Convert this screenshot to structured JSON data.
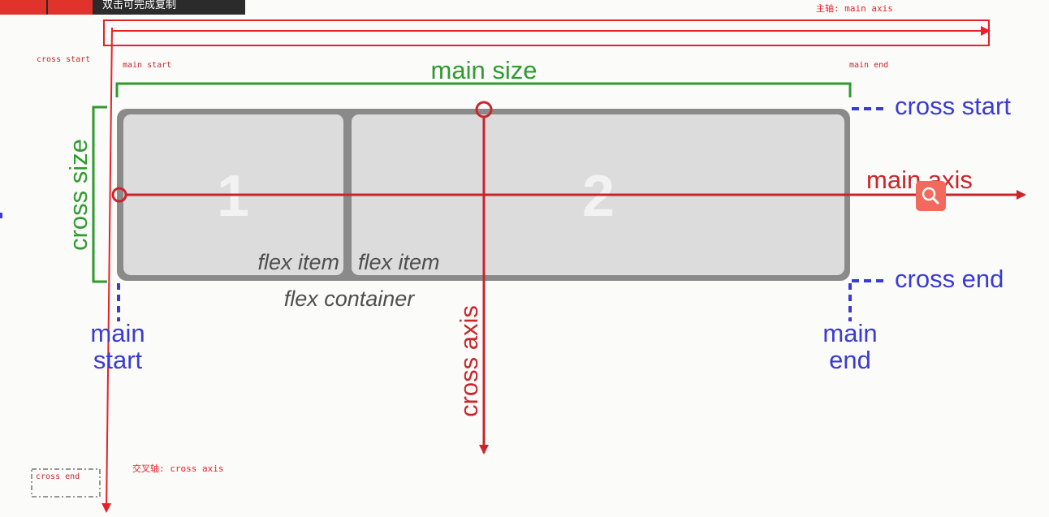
{
  "tooltip": {
    "text": "双击可完成复制"
  },
  "annotations": {
    "main_axis_cn": "主轴: main axis",
    "cross_axis_cn": "交叉轴: cross axis",
    "cross_start_small": "cross start",
    "main_start_small": "main start",
    "main_end_small": "main end",
    "cross_end_small": "cross end"
  },
  "diagram": {
    "main_size": "main size",
    "cross_size": "cross size",
    "cross_start": "cross start",
    "cross_end": "cross end",
    "main_axis": "main axis",
    "cross_axis": "cross axis",
    "main_start": [
      "main",
      "start"
    ],
    "main_end": [
      "main",
      "end"
    ],
    "item1_number": "1",
    "item2_number": "2",
    "item1_label": "flex item",
    "item2_label": "flex item",
    "container_label": "flex container"
  },
  "colors": {
    "red": "#c9252b",
    "bright_red": "#e8202a",
    "green": "#2f9a2f",
    "blue": "#3a3ad6",
    "gray": "#8a8a8a",
    "item_fill": "#dcdcdc"
  },
  "icons": {
    "zoom": "search-icon"
  }
}
